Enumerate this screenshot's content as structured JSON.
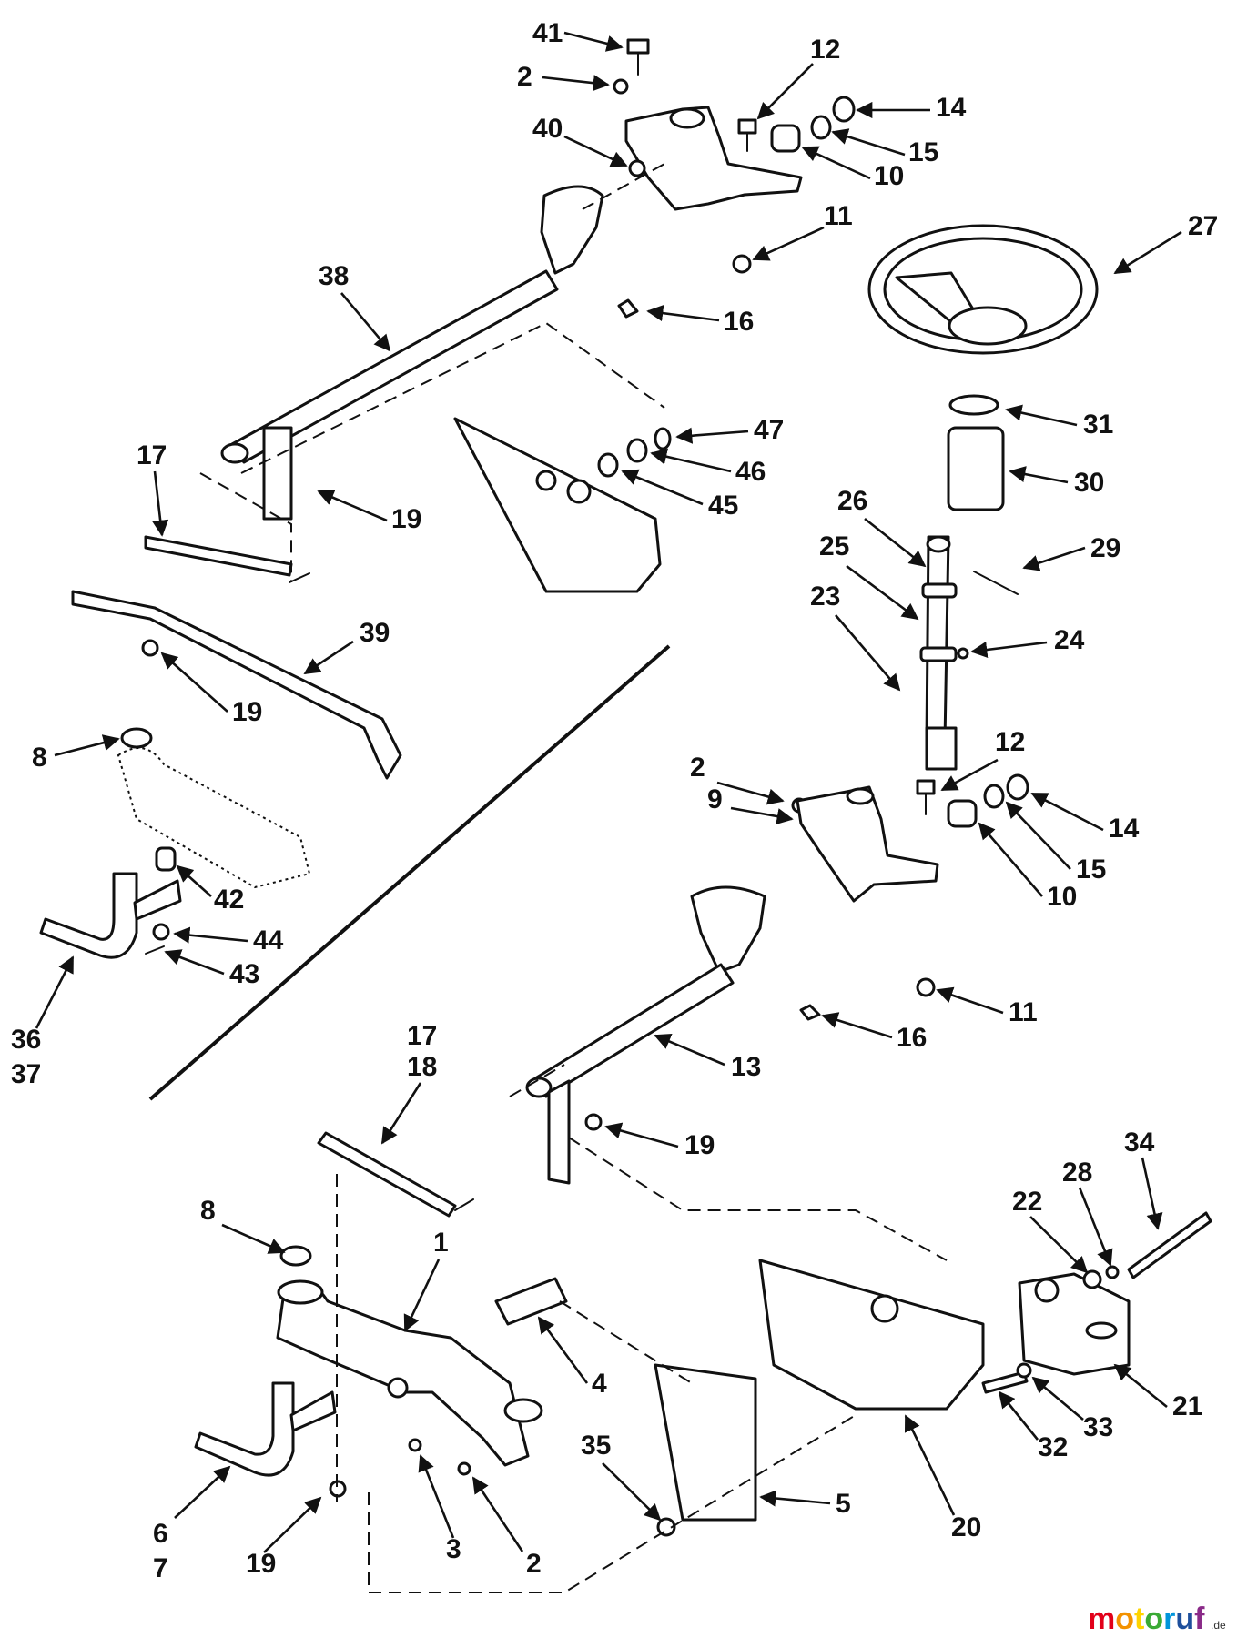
{
  "diagram": {
    "callouts": [
      "41",
      "2",
      "12",
      "14",
      "15",
      "10",
      "40",
      "11",
      "27",
      "38",
      "16",
      "17",
      "19",
      "31",
      "47",
      "46",
      "45",
      "30",
      "26",
      "29",
      "25",
      "23",
      "24",
      "39",
      "19",
      "8",
      "12",
      "2",
      "9",
      "14",
      "15",
      "10",
      "42",
      "44",
      "43",
      "36",
      "37",
      "11",
      "16",
      "13",
      "17",
      "18",
      "19",
      "34",
      "28",
      "22",
      "8",
      "1",
      "21",
      "4",
      "33",
      "32",
      "35",
      "5",
      "20",
      "6",
      "7",
      "19",
      "3",
      "2"
    ]
  },
  "watermark": {
    "letters": [
      "m",
      "o",
      "t",
      "o",
      "r",
      "u",
      "f"
    ],
    "colors": [
      "#e2001a",
      "#f39200",
      "#ffd400",
      "#3aaa35",
      "#0095db",
      "#1d4f9c",
      "#8a2a88"
    ],
    "suffix": ".de"
  }
}
